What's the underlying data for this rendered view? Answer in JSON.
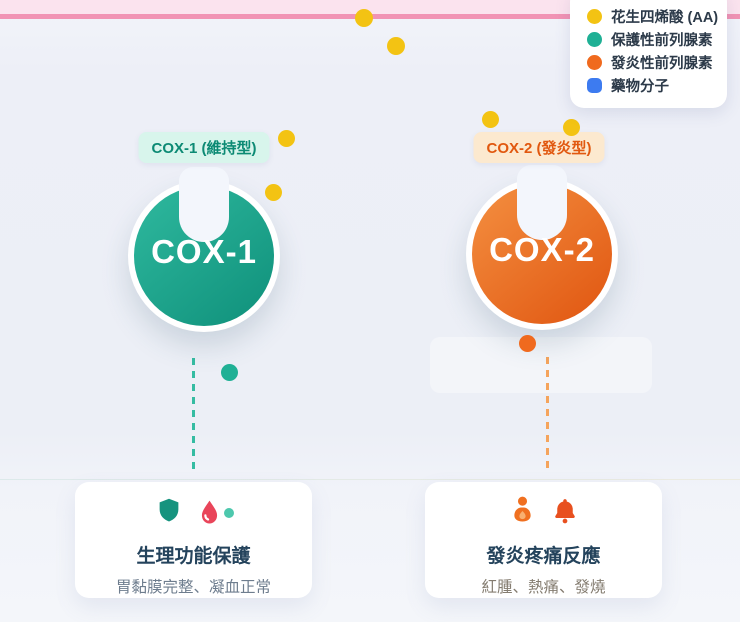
{
  "colors": {
    "aa": "#F3C313",
    "protective": "#1FB095",
    "inflammatory": "#F06A1E",
    "drug": "#3D7BF0",
    "cox1_main": "#17A38C",
    "cox2_main": "#ED6A1E",
    "membrane_line": "#F193B4",
    "membrane_fill": "#FBE3EE"
  },
  "legend": {
    "items": [
      {
        "label": "花生四烯酸 (AA)",
        "color": "#F3C313",
        "shape": "circle"
      },
      {
        "label": "保護性前列腺素",
        "color": "#1FB095",
        "shape": "circle"
      },
      {
        "label": "發炎性前列腺素",
        "color": "#F06A1E",
        "shape": "circle"
      },
      {
        "label": "藥物分子",
        "color": "#3D7BF0",
        "shape": "rounded-square"
      }
    ]
  },
  "cox1": {
    "tag_label": "COX-1 (維持型)",
    "enzyme_label": "COX-1",
    "card": {
      "title": "生理功能保護",
      "subtitle": "胃黏膜完整、凝血正常"
    }
  },
  "cox2": {
    "tag_label": "COX-2 (發炎型)",
    "enzyme_label": "COX-2",
    "card": {
      "title": "發炎疼痛反應",
      "subtitle": "紅腫、熱痛、發燒"
    }
  }
}
